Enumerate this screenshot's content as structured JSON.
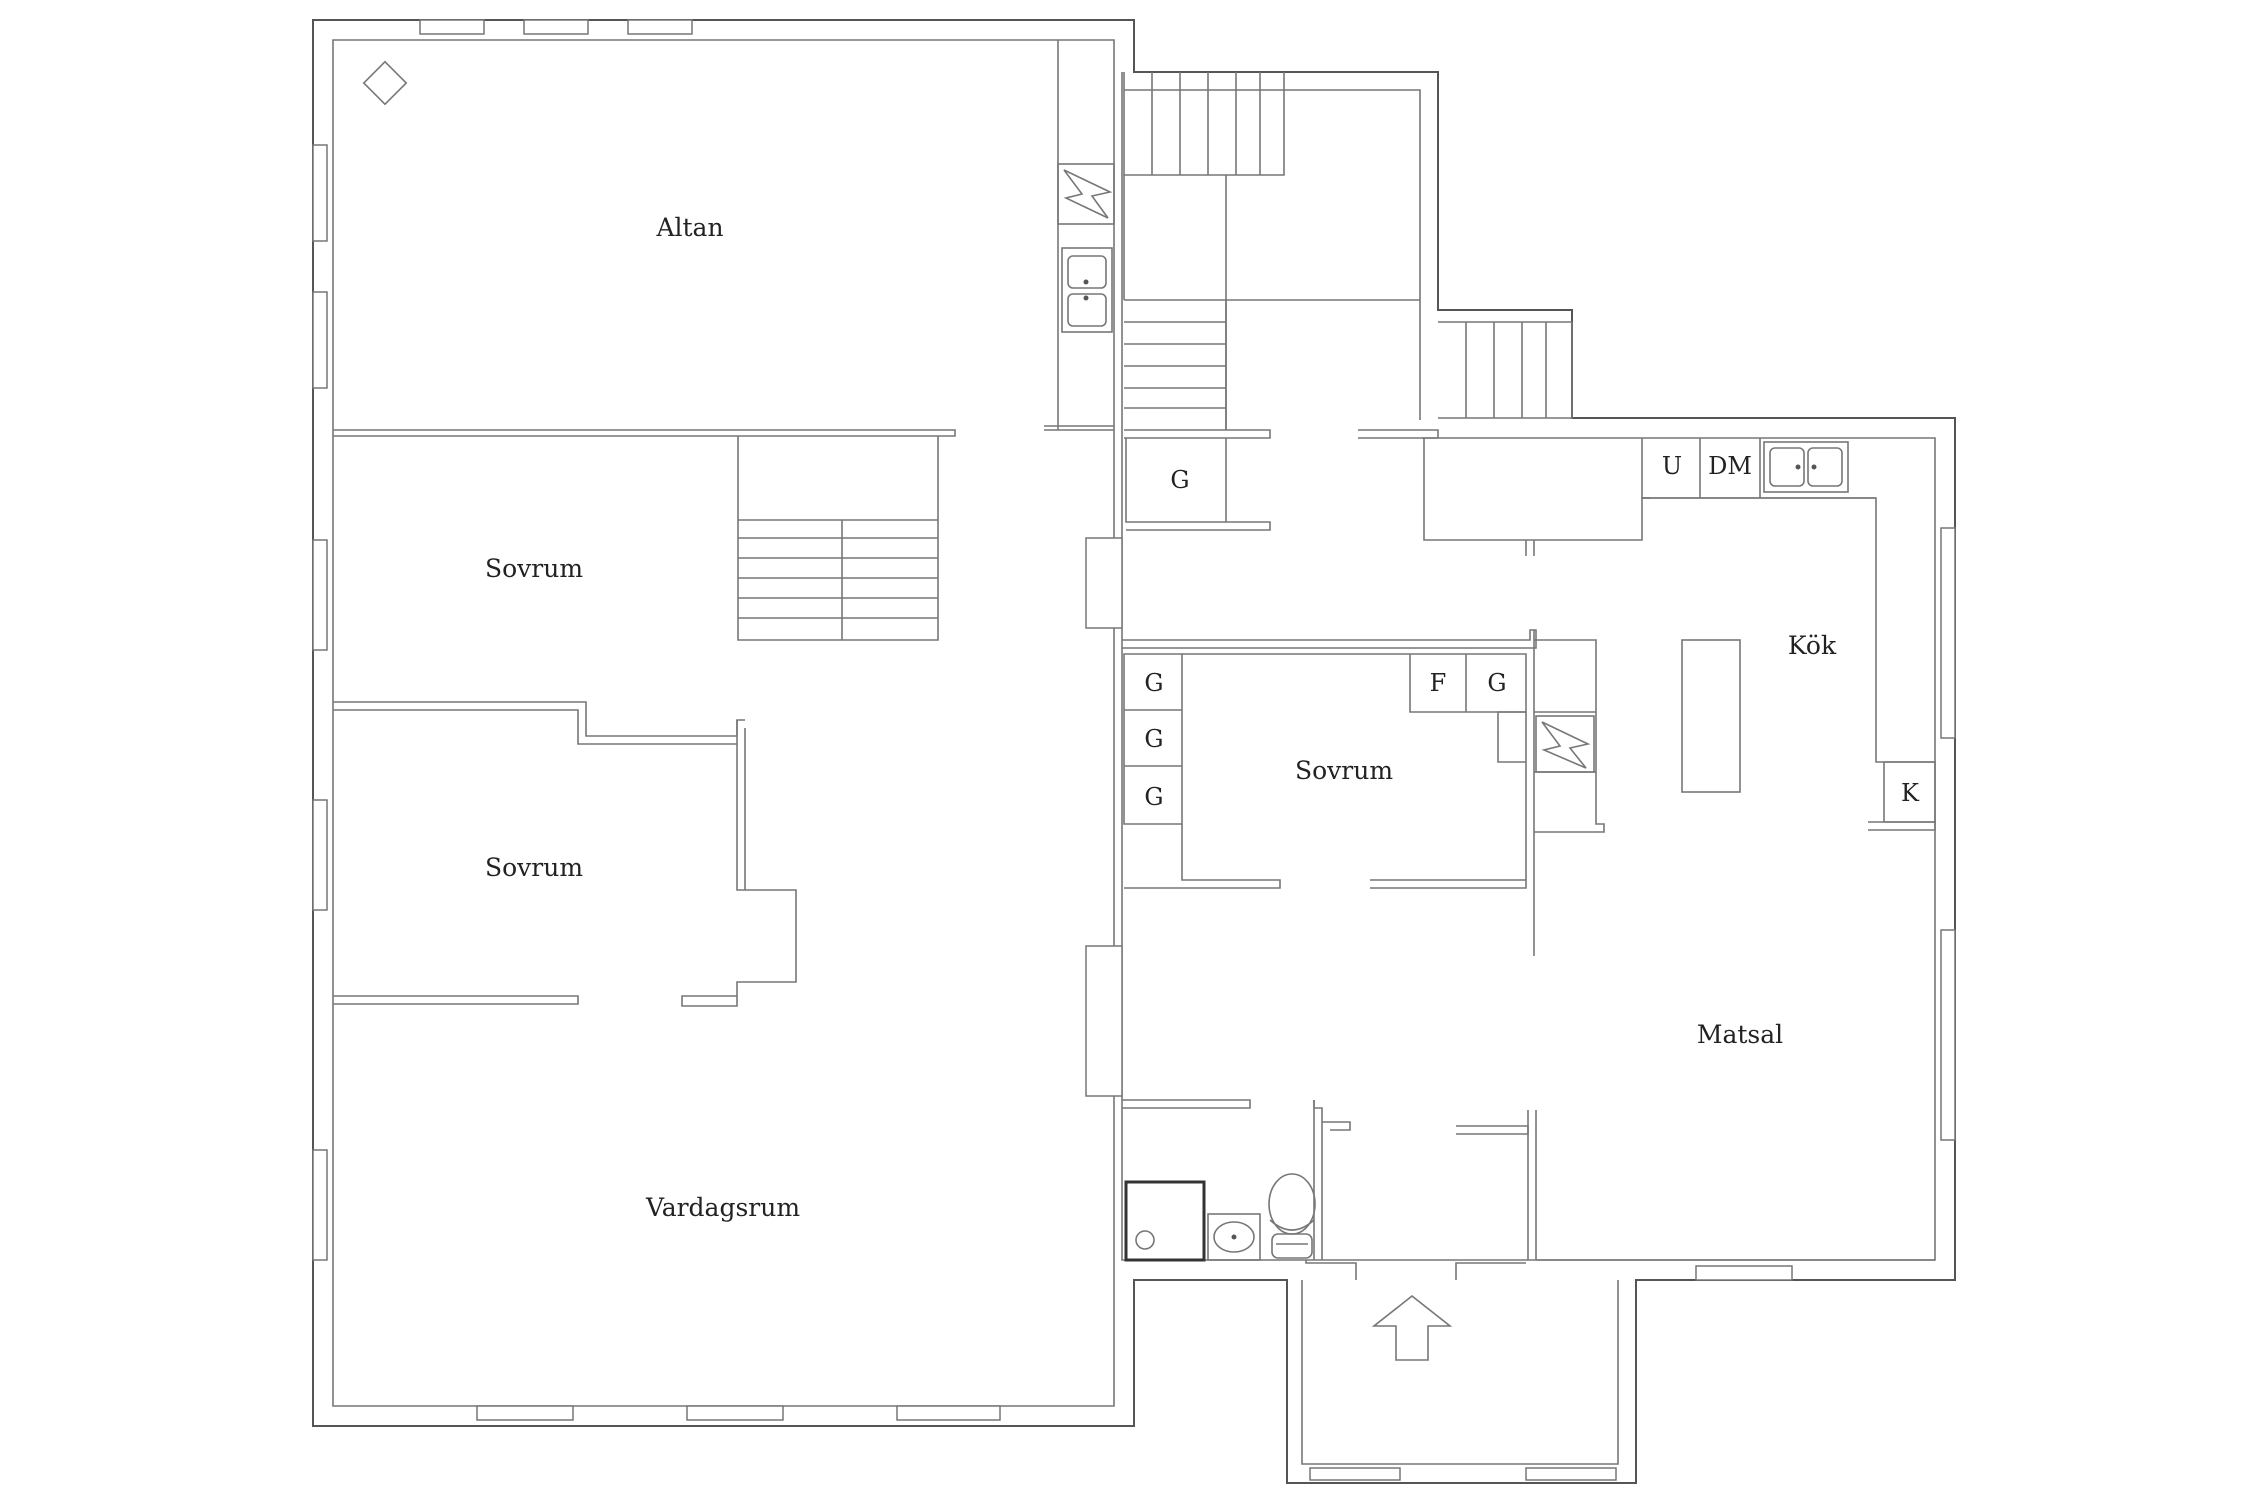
{
  "rooms": {
    "altan": "Altan",
    "sovrum_1": "Sovrum",
    "sovrum_2": "Sovrum",
    "vardagsrum": "Vardagsrum",
    "sovrum_3": "Sovrum",
    "kok": "Kök",
    "matsal": "Matsal"
  },
  "fixtures": {
    "g_hall": "G",
    "g_1": "G",
    "g_2": "G",
    "g_3": "G",
    "f": "F",
    "g_4": "G",
    "u": "U",
    "dm": "DM",
    "k": "K"
  },
  "icons": {
    "fireplace": "fireplace-icon",
    "sink": "sink-icon",
    "stove": "stove-icon",
    "toilet": "toilet-icon",
    "shower": "shower-icon",
    "entrance": "entrance-arrow-icon"
  }
}
